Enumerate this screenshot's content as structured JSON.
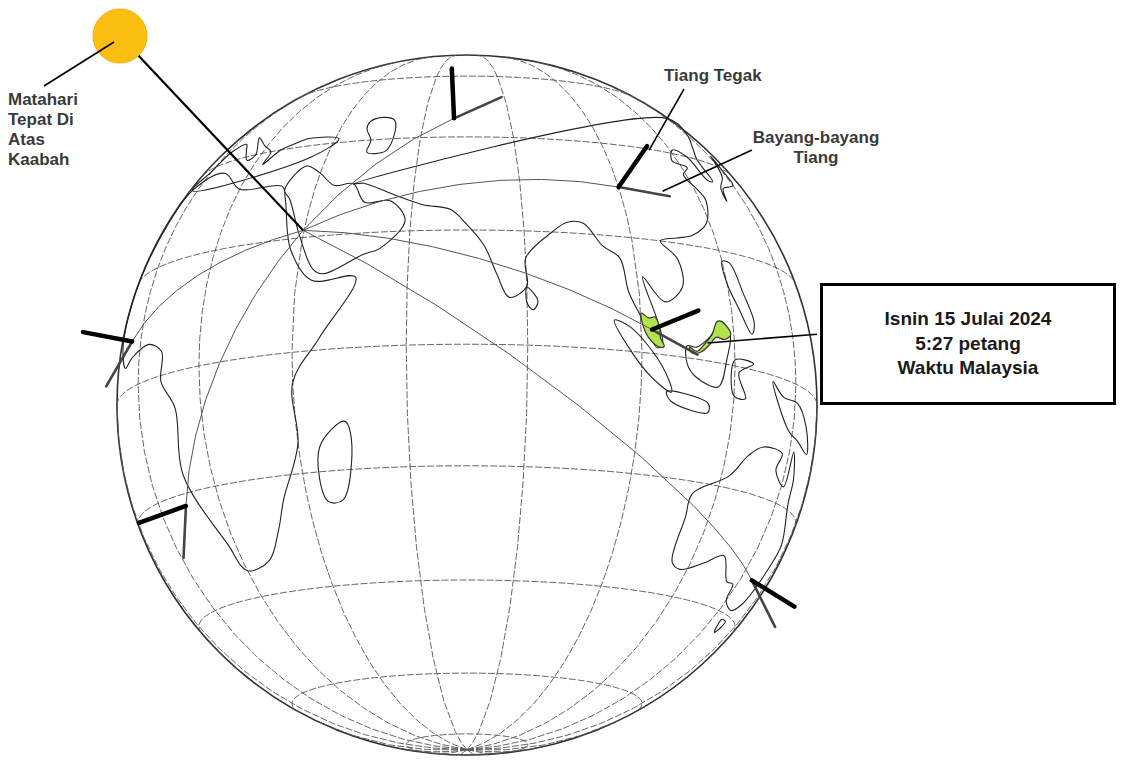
{
  "diagram": {
    "nodes": [
      {
        "text": [
          "Isnin 15 Julai 2024",
          "5:27 petang",
          "Waktu Malaysia"
        ]
      }
    ],
    "labels": [
      "Matahari Tepat Di Atas Kaabah",
      "Tiang Tegak",
      "Bayang-bayang Tiang"
    ]
  }
}
